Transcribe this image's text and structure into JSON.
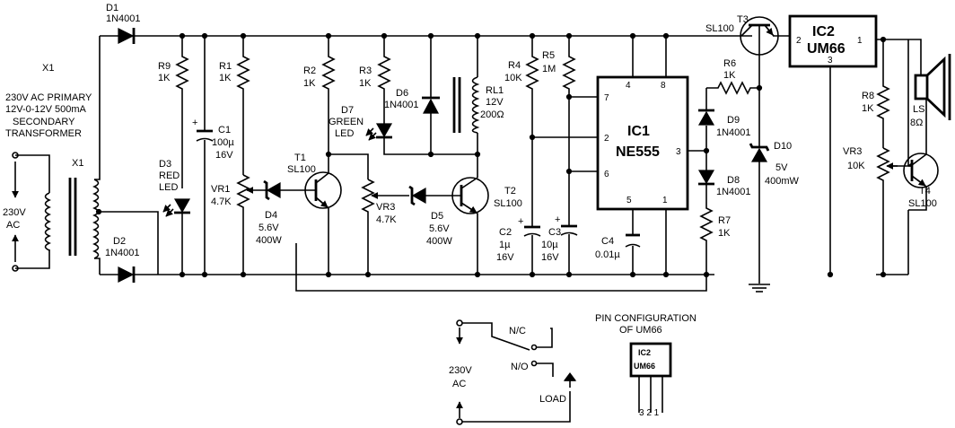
{
  "transformer": {
    "ref": "X1",
    "desc": [
      "X1",
      "230V AC PRIMARY",
      "12V-0-12V 500mA",
      "SECONDARY",
      "TRANSFORMER"
    ],
    "label2": "X1"
  },
  "mains": {
    "v": "230V",
    "ac": "AC"
  },
  "d1": {
    "ref": "D1",
    "part": "1N4001"
  },
  "d2": {
    "ref": "D2",
    "part": "1N4001"
  },
  "r9": {
    "ref": "R9",
    "val": "1K"
  },
  "c1": {
    "ref": "C1",
    "val": "100µ",
    "volt": "16V"
  },
  "d3": {
    "ref": "D3",
    "col": "RED",
    "typ": "LED"
  },
  "r1": {
    "ref": "R1",
    "val": "1K"
  },
  "vr1": {
    "ref": "VR1",
    "val": "4.7K"
  },
  "d4": {
    "ref": "D4",
    "v": "5.6V",
    "p": "400W"
  },
  "r2": {
    "ref": "R2",
    "val": "1K"
  },
  "t1": {
    "ref": "T1",
    "part": "SL100"
  },
  "d7": {
    "ref": "D7",
    "col": "GREEN",
    "typ": "LED"
  },
  "r3": {
    "ref": "R3",
    "val": "1K"
  },
  "d6": {
    "ref": "D6",
    "part": "1N4001"
  },
  "rl1": {
    "ref": "RL1",
    "v": "12V",
    "ohm": "200Ω"
  },
  "vr3a": {
    "ref": "VR3",
    "val": "4.7K"
  },
  "d5": {
    "ref": "D5",
    "v": "5.6V",
    "p": "400W"
  },
  "t2": {
    "ref": "T2",
    "part": "SL100"
  },
  "r4": {
    "ref": "R4",
    "val": "10K"
  },
  "r5": {
    "ref": "R5",
    "val": "1M"
  },
  "c2": {
    "ref": "C2",
    "val": "1µ",
    "volt": "16V"
  },
  "c3": {
    "ref": "C3",
    "val": "10µ",
    "volt": "16V"
  },
  "c4": {
    "ref": "C4",
    "val": "0.01µ"
  },
  "ic1": {
    "ref": "IC1",
    "part": "NE555",
    "pins": {
      "p4": "4",
      "p8": "8",
      "p7": "7",
      "p2": "2",
      "p6": "6",
      "p5": "5",
      "p1": "1",
      "p3": "3"
    }
  },
  "t3": {
    "ref": "T3",
    "part": "SL100"
  },
  "r6": {
    "ref": "R6",
    "val": "1K"
  },
  "d9": {
    "ref": "D9",
    "part": "1N4001"
  },
  "d8": {
    "ref": "D8",
    "part": "1N4001"
  },
  "d10": {
    "ref": "D10",
    "v": "5V",
    "p": "400mW"
  },
  "r7": {
    "ref": "R7",
    "val": "1K"
  },
  "ic2": {
    "ref": "IC2",
    "part": "UM66",
    "p1": "1",
    "p2": "2",
    "p3": "3"
  },
  "r8": {
    "ref": "R8",
    "val": "1K"
  },
  "vr3b": {
    "ref": "VR3",
    "val": "10K"
  },
  "t4": {
    "ref": "T4",
    "part": "SL100"
  },
  "ls": {
    "ref": "LS",
    "ohm": "8Ω"
  },
  "relay_out": {
    "nc": "N/C",
    "no": "N/O",
    "v": "230V",
    "ac": "AC",
    "load": "LOAD"
  },
  "pincfg": {
    "title1": "PIN CONFIGURATION",
    "title2": "OF UM66",
    "ic": "IC2",
    "part": "UM66",
    "pins": "3 2 1"
  }
}
